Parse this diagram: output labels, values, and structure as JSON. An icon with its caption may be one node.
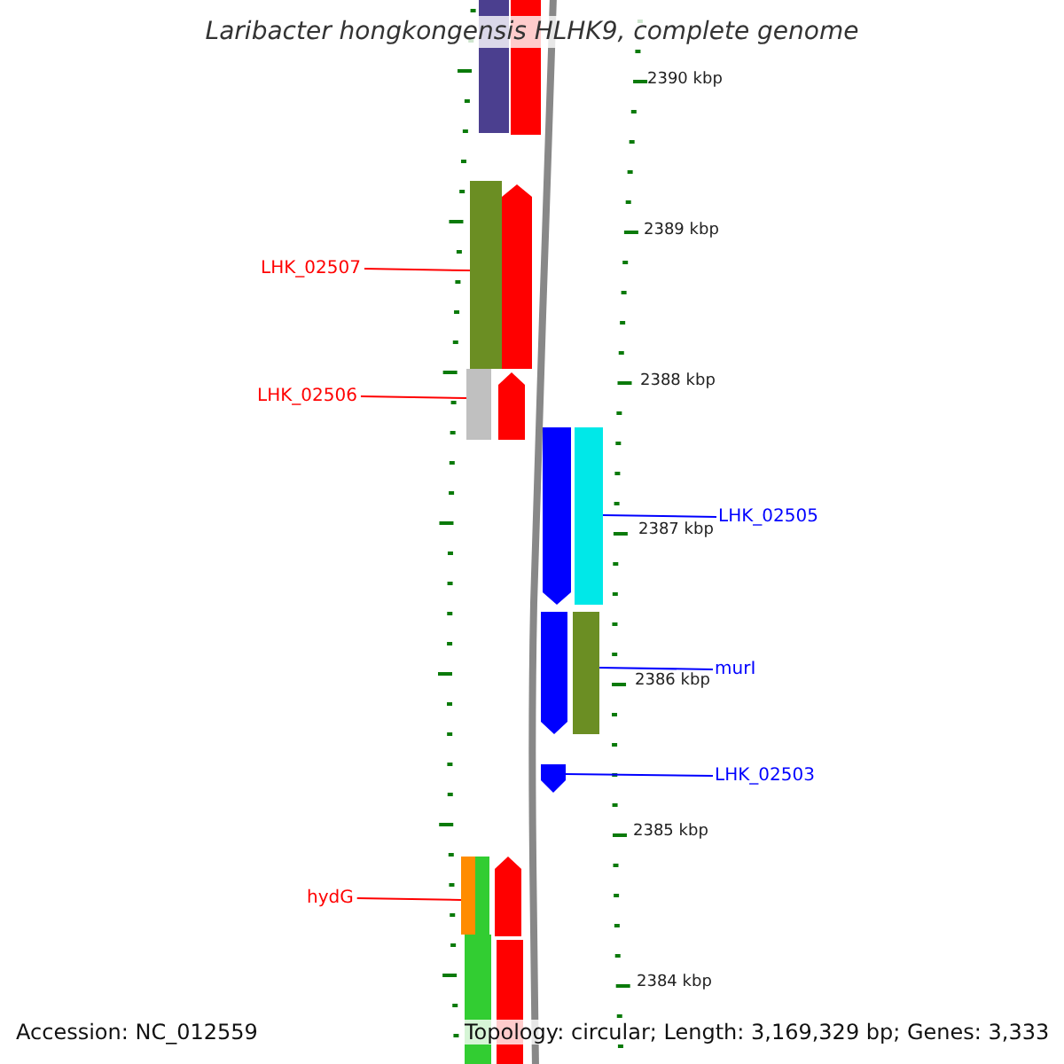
{
  "diagram": {
    "title": "Laribacter hongkongensis HLHK9, complete genome",
    "nodes": [
      {
        "text": [],
        "shape": "bar"
      },
      {
        "text": [],
        "shape": "bar"
      },
      {
        "text": [],
        "shape": "bar"
      },
      {
        "text": [],
        "shape": "bar"
      },
      {
        "text": [
          "LHK_02507"
        ]
      },
      {
        "text": [],
        "shape": "bar"
      },
      {
        "text": [],
        "shape": "bar"
      },
      {
        "text": [
          "LHK_02506"
        ]
      },
      {
        "text": [],
        "shape": "bar"
      },
      {
        "text": [],
        "shape": "bar"
      },
      {
        "text": [
          "LHK_02505"
        ]
      },
      {
        "text": [],
        "shape": "bar"
      },
      {
        "text": [],
        "shape": "bar"
      },
      {
        "text": [
          "murI"
        ]
      },
      {
        "text": [],
        "shape": "bar"
      },
      {
        "text": [
          "LHK_02503"
        ]
      },
      {
        "text": [],
        "shape": "bar"
      },
      {
        "text": [],
        "shape": "bar"
      },
      {
        "text": [],
        "shape": "bar"
      },
      {
        "text": [
          "hydG"
        ]
      },
      {
        "text": [],
        "shape": "bar"
      },
      {
        "text": [],
        "shape": "bar"
      }
    ],
    "edges": [
      {
        "from": 4,
        "to": 2,
        "arrow": "none",
        "color": "#ff0000"
      },
      {
        "from": 7,
        "to": 5,
        "arrow": "none",
        "color": "#ff0000"
      },
      {
        "from": 10,
        "to": 9,
        "arrow": "none",
        "color": "#0000ff"
      },
      {
        "from": 13,
        "to": 12,
        "arrow": "none",
        "color": "#0000ff"
      },
      {
        "from": 15,
        "to": 14,
        "arrow": "none",
        "color": "#0000ff"
      },
      {
        "from": 19,
        "to": 16,
        "arrow": "none",
        "color": "#ff0000"
      }
    ],
    "labels": [
      "2390 kbp",
      "2389 kbp",
      "2388 kbp",
      "2387 kbp",
      "2386 kbp",
      "2385 kbp",
      "2384 kbp",
      "Accession: NC_012559",
      "Topology: circular; Length: 3,169,329 bp; Genes: 3,333"
    ]
  }
}
